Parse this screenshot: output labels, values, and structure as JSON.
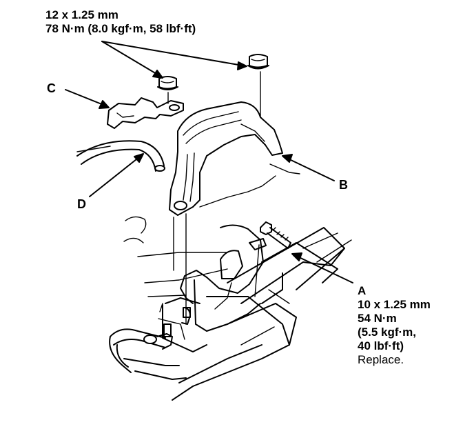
{
  "spec_top": {
    "line1": "12 x 1.25 mm",
    "line2": "78 N·m (8.0 kgf·m, 58 lbf·ft)"
  },
  "callouts": {
    "a": "A",
    "b": "B",
    "c": "C",
    "d": "D"
  },
  "spec_a": {
    "line1": "10 x 1.25 mm",
    "line2": "54 N·m",
    "line3": "(5.5 kgf·m,",
    "line4": "40 lbf·ft)",
    "line5": "Replace."
  }
}
